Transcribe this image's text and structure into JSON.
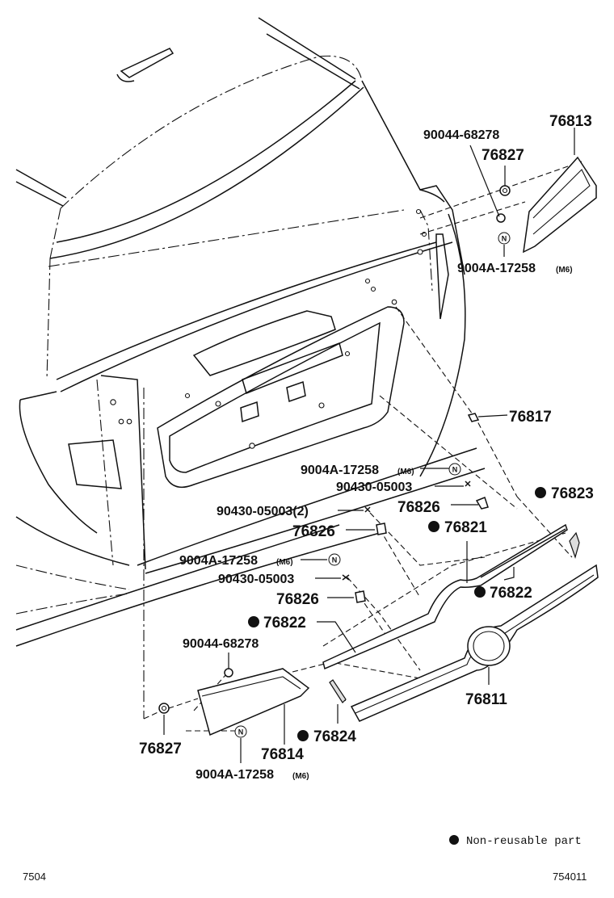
{
  "labels": {
    "p76813": "76813",
    "p90044_top": "90044-68278",
    "p76827_top": "76827",
    "p9004a_top": "9004A-17258",
    "p9004a_top_m": "(M6)",
    "p76817": "76817",
    "p9004a_mid1": "9004A-17258",
    "p9004a_mid1_m": "(M6)",
    "p90430_a": "90430-05003",
    "p76823": "76823",
    "p90430_2": "90430-05003(2)",
    "p76826_a": "76826",
    "p76826_b": "76826",
    "p76821": "76821",
    "p9004a_mid2": "9004A-17258",
    "p9004a_mid2_m": "(M6)",
    "p90430_b": "90430-05003",
    "p76822_r": "76822",
    "p76826_c": "76826",
    "p76822_l": "76822",
    "p90044_bot": "90044-68278",
    "p76811": "76811",
    "p76827_bot": "76827",
    "p76814": "76814",
    "p76824": "76824",
    "p9004a_bot": "9004A-17258",
    "p9004a_bot_m": "(M6)"
  },
  "nmark_letter": "N",
  "legend": {
    "text": "Non-reusable part"
  },
  "footer": {
    "left": "7504",
    "right": "754011"
  }
}
